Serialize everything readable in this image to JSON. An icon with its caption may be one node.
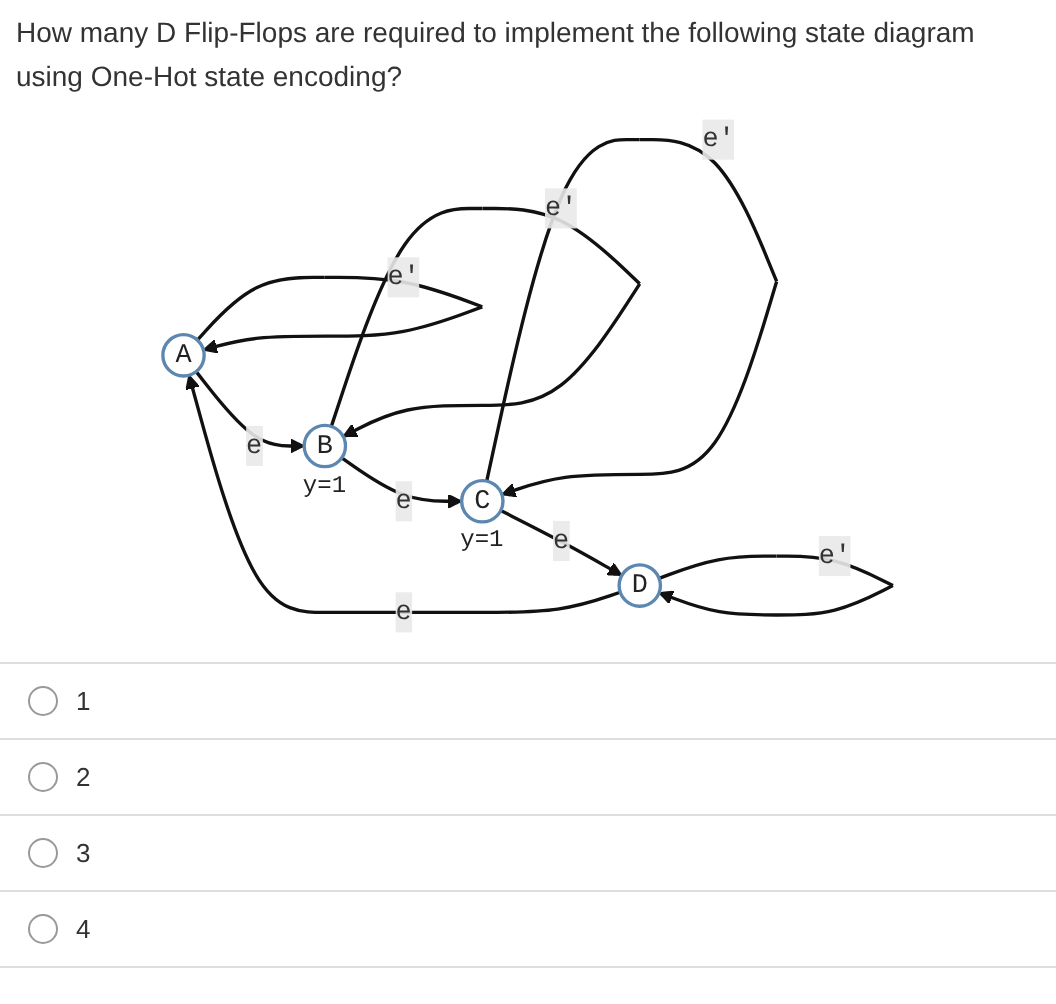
{
  "diagram": {
    "title": "How many D Flip-Flops are required to implement the following state diagram using One-Hot state encoding?",
    "nodes": [
      {
        "text": [
          "A"
        ]
      },
      {
        "text": [
          "B"
        ],
        "beside": [
          "y=1"
        ]
      },
      {
        "text": [
          "C"
        ],
        "beside": [
          "y=1"
        ]
      },
      {
        "text": [
          "D"
        ]
      }
    ],
    "edges": [
      {
        "from": 0,
        "to": 0,
        "arrow": "to",
        "label": "e'"
      },
      {
        "from": 0,
        "to": 1,
        "arrow": "to",
        "label": "e"
      },
      {
        "from": 1,
        "to": 1,
        "arrow": "to",
        "label": "e'"
      },
      {
        "from": 1,
        "to": 2,
        "arrow": "to",
        "label": "e"
      },
      {
        "from": 2,
        "to": 2,
        "arrow": "to",
        "label": "e'"
      },
      {
        "from": 2,
        "to": 3,
        "arrow": "to",
        "label": "e"
      },
      {
        "from": 3,
        "to": 3,
        "arrow": "to",
        "label": "e'"
      },
      {
        "from": 3,
        "to": 0,
        "arrow": "to",
        "label": "e"
      }
    ],
    "labels": [
      "1",
      "2",
      "3",
      "4"
    ]
  }
}
